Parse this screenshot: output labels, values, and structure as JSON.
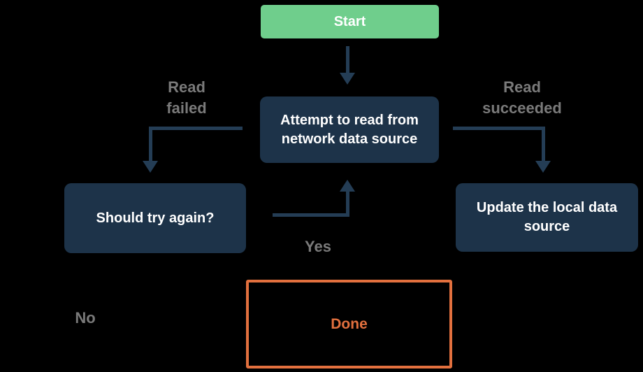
{
  "diagram": {
    "type": "flowchart",
    "nodes": {
      "start": {
        "label": "Start"
      },
      "attempt": {
        "label": "Attempt to read from network data source"
      },
      "should_try": {
        "label": "Should try again?"
      },
      "update": {
        "label": "Update the local data source"
      },
      "done": {
        "label": "Done"
      }
    },
    "edge_labels": {
      "read_failed": "Read\nfailed",
      "read_succeeded": "Read\nsucceeded",
      "yes": "Yes",
      "no": "No"
    },
    "edges": [
      {
        "from": "start",
        "to": "attempt",
        "label": ""
      },
      {
        "from": "attempt",
        "to": "should_try",
        "label": "Read failed"
      },
      {
        "from": "attempt",
        "to": "update",
        "label": "Read succeeded"
      },
      {
        "from": "should_try",
        "to": "attempt",
        "label": "Yes"
      },
      {
        "from": "should_try",
        "to": "done",
        "label": "No"
      }
    ]
  },
  "colors": {
    "background": "#000000",
    "green": "#6FCE8C",
    "navy": "#1D3349",
    "arrow": "#243D55",
    "gray": "#7A7A7A",
    "orange": "#E2703E",
    "text_on_node": "#FFFFFF"
  }
}
